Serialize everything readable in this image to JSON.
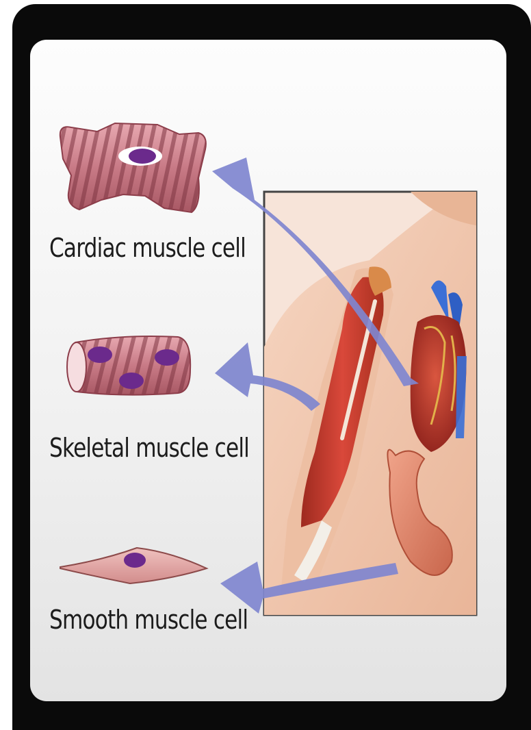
{
  "labels": {
    "cardiac": "Cardiac muscle cell",
    "skeletal": "Skeletal muscle cell",
    "smooth": "Smooth muscle cell"
  },
  "colors": {
    "frame": "#0a0a0a",
    "panel": "#f4f4f4",
    "arrow": "#7f86cf",
    "muscle_cell": "#c87a86",
    "nucleus": "#6b2a8c",
    "skin": "#f2c7ad",
    "muscle": "#c63a2c",
    "heart": "#b3322a",
    "stomach": "#e08a70"
  },
  "icons": [
    "cardiac-muscle-cell-illustration",
    "skeletal-muscle-cell-illustration",
    "smooth-muscle-cell-illustration",
    "human-torso-illustration",
    "arm-muscle-illustration",
    "heart-illustration",
    "stomach-illustration",
    "arrow-icon"
  ]
}
